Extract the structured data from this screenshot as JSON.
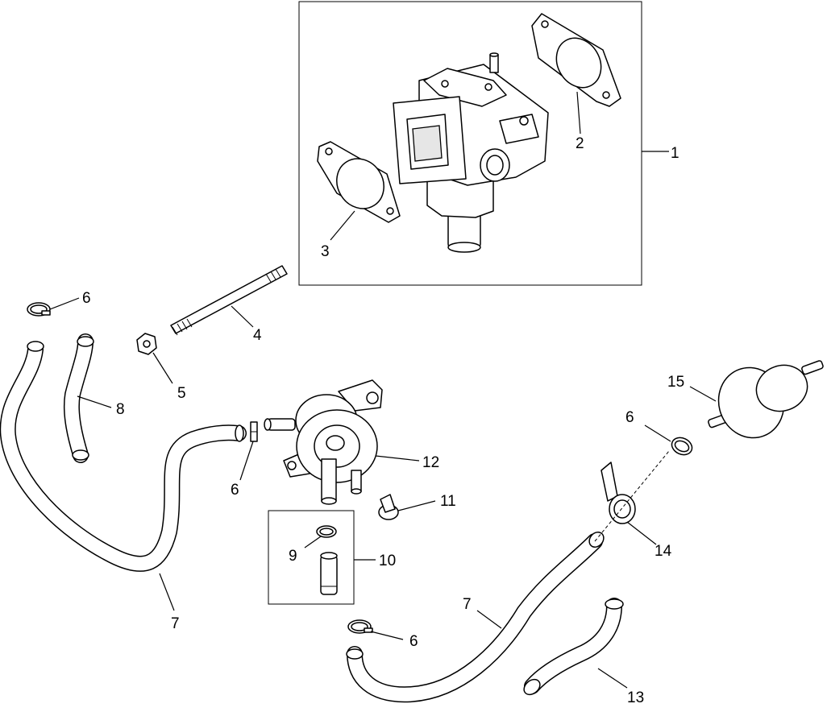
{
  "diagram": {
    "callouts": {
      "c1": "1",
      "c2": "2",
      "c3": "3",
      "c4": "4",
      "c5": "5",
      "c6a": "6",
      "c6b": "6",
      "c6c": "6",
      "c6d": "6",
      "c7a": "7",
      "c7b": "7",
      "c8": "8",
      "c9": "9",
      "c10": "10",
      "c11": "11",
      "c12": "12",
      "c13": "13",
      "c14": "14",
      "c15": "15"
    }
  }
}
